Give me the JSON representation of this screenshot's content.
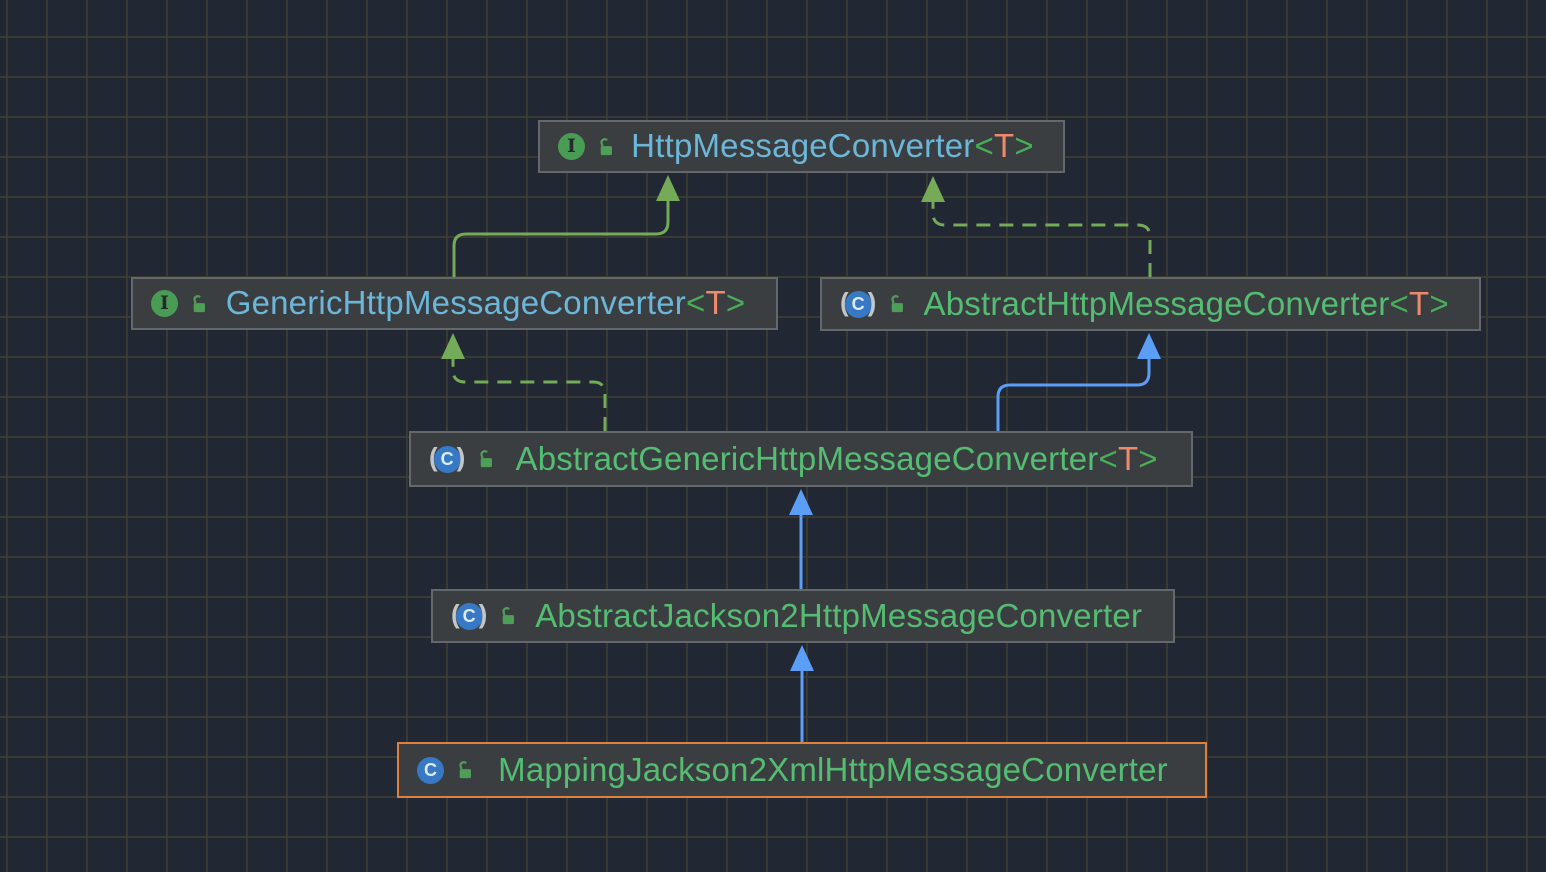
{
  "diagram": {
    "type": "uml-class-hierarchy",
    "tool": "intellij-diagram",
    "syntax": {
      "lt": "<",
      "gt": ">"
    },
    "icon_letters": {
      "interface": "I",
      "class": "C",
      "abstract_open": "(",
      "abstract_close": ")"
    },
    "colors": {
      "canvas_background": "#212733",
      "grid_line": "#383a33",
      "node_background": "#3b3e41",
      "node_border": "#64676b",
      "selected_node_border": "#dd813d",
      "interface_name_text": "#6cb6d9",
      "class_name_text": "#54bd72",
      "generic_bracket": "#49ae58",
      "generic_type": "#ee8a6b",
      "inheritance_arrow_green": "#74aa58",
      "inheritance_arrow_blue": "#5a9ef6",
      "interface_icon": "#499c54",
      "class_icon": "#3779c5",
      "lock_icon": "#4f9e58"
    },
    "nodes": [
      {
        "name": "HttpMessageConverter",
        "generic": "T",
        "kind": "interface",
        "visibility": "public",
        "selected": false
      },
      {
        "name": "GenericHttpMessageConverter",
        "generic": "T",
        "kind": "interface",
        "visibility": "public",
        "selected": false
      },
      {
        "name": "AbstractHttpMessageConverter",
        "generic": "T",
        "kind": "abstract-class",
        "visibility": "public",
        "selected": false
      },
      {
        "name": "AbstractGenericHttpMessageConverter",
        "generic": "T",
        "kind": "abstract-class",
        "visibility": "public",
        "selected": false
      },
      {
        "name": "AbstractJackson2HttpMessageConverter",
        "generic": null,
        "kind": "abstract-class",
        "visibility": "public",
        "selected": false
      },
      {
        "name": "MappingJackson2XmlHttpMessageConverter",
        "generic": null,
        "kind": "class",
        "visibility": "public",
        "selected": true
      }
    ],
    "edges": [
      {
        "from": "GenericHttpMessageConverter<T>",
        "to": "HttpMessageConverter<T>",
        "relation": "extends",
        "line": "solid",
        "color": "#74aa58"
      },
      {
        "from": "AbstractHttpMessageConverter<T>",
        "to": "HttpMessageConverter<T>",
        "relation": "implements",
        "line": "dashed",
        "color": "#74aa58"
      },
      {
        "from": "AbstractGenericHttpMessageConverter<T>",
        "to": "GenericHttpMessageConverter<T>",
        "relation": "implements",
        "line": "dashed",
        "color": "#74aa58"
      },
      {
        "from": "AbstractGenericHttpMessageConverter<T>",
        "to": "AbstractHttpMessageConverter<T>",
        "relation": "extends",
        "line": "solid",
        "color": "#5a9ef6"
      },
      {
        "from": "AbstractJackson2HttpMessageConverter",
        "to": "AbstractGenericHttpMessageConverter<T>",
        "relation": "extends",
        "line": "solid",
        "color": "#5a9ef6"
      },
      {
        "from": "MappingJackson2XmlHttpMessageConverter",
        "to": "AbstractJackson2HttpMessageConverter",
        "relation": "extends",
        "line": "solid",
        "color": "#5a9ef6"
      }
    ]
  }
}
